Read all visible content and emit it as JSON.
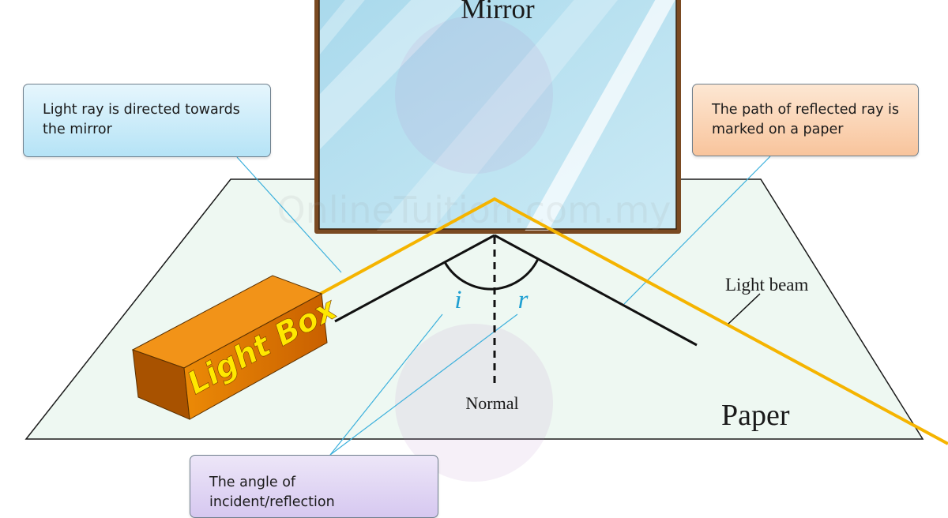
{
  "labels": {
    "mirror": "Mirror",
    "light_box": "Light Box",
    "light_beam": "Light beam",
    "normal": "Normal",
    "paper": "Paper",
    "angle_i": "i",
    "angle_r": "r",
    "watermark": "OnlineTuition.com.my"
  },
  "callouts": {
    "incident": "Light ray is directed towards the mirror",
    "path": "The path of reflected ray is marked on a paper",
    "angle": "The angle of incident/reflection"
  },
  "colors": {
    "beam": "#f5b400",
    "paper_fill": "#eef8f2",
    "mirror_frame": "#7a4a22",
    "mirror_glass": "#b9e0ef",
    "box_front": "#e07a00",
    "box_text": "#ffe800",
    "angle_letter": "#1e9fd2"
  }
}
